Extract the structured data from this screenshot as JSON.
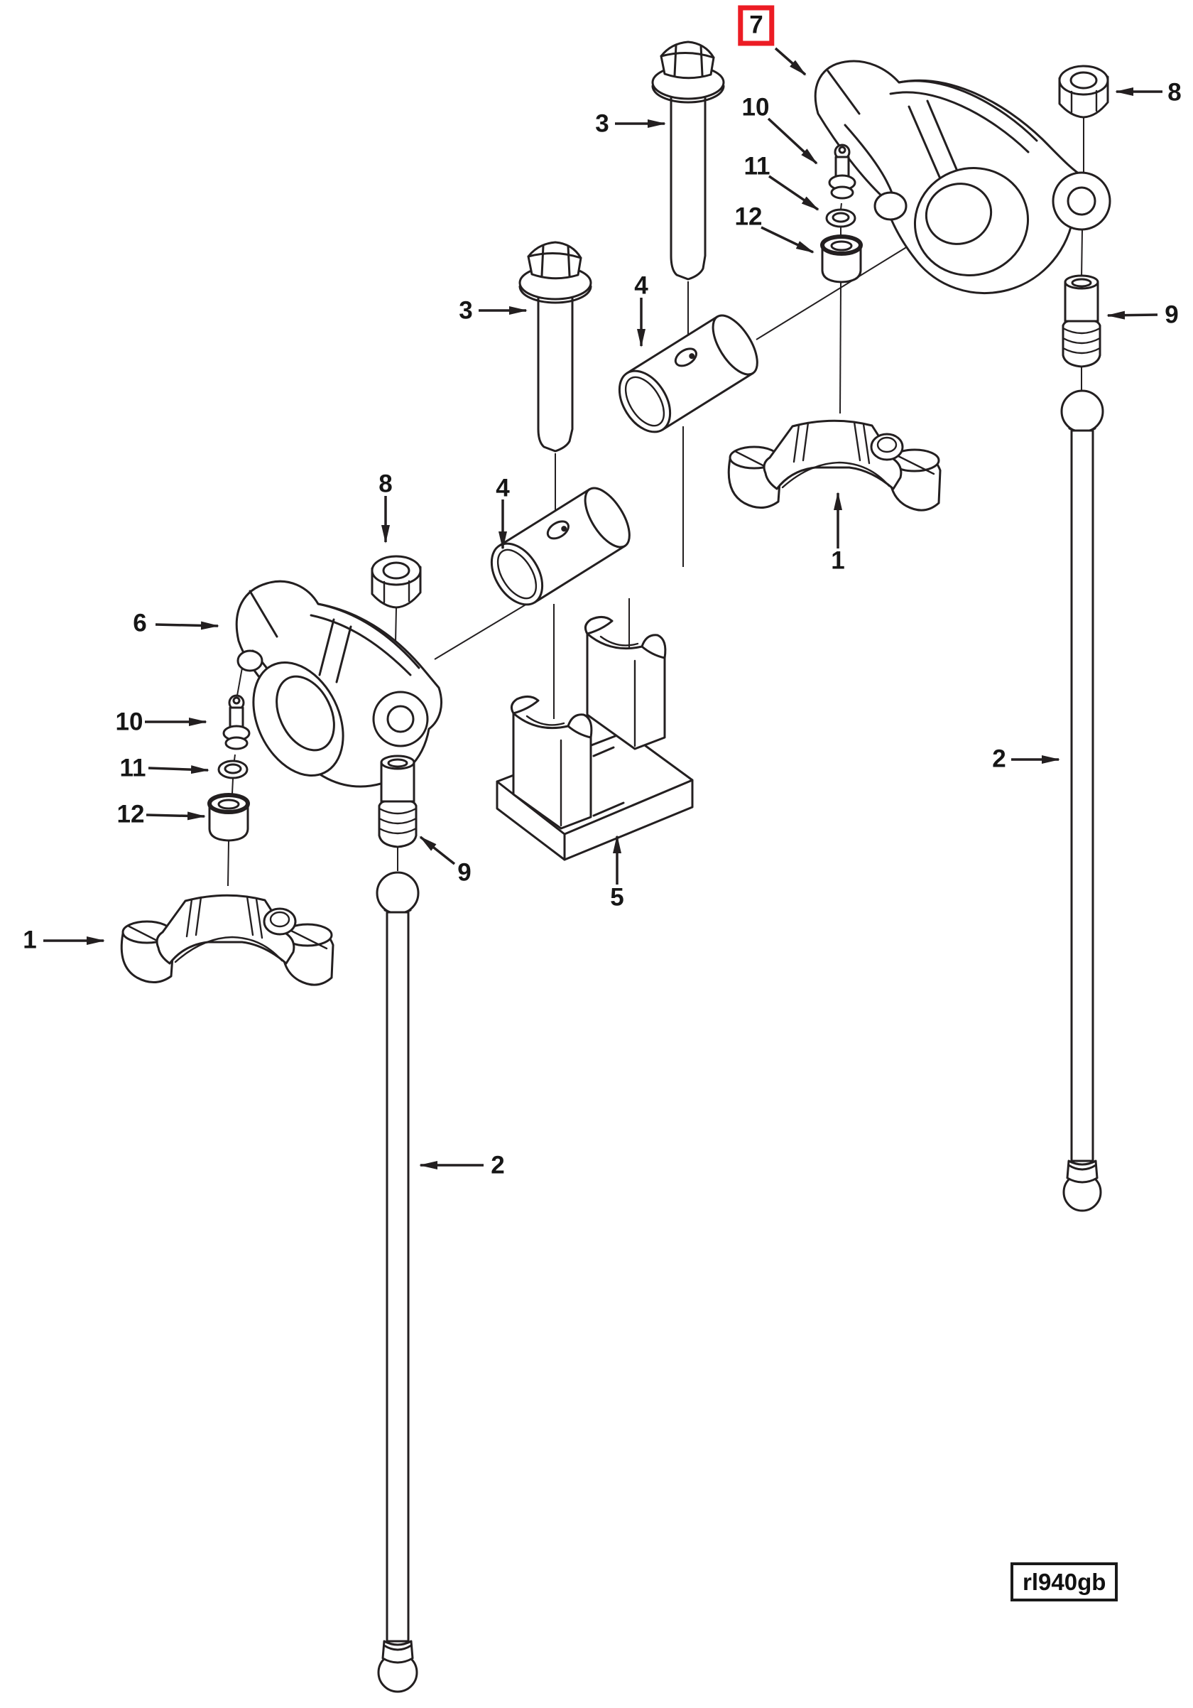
{
  "figure": {
    "code_label": "rl940gb",
    "highlighted_item": "7",
    "highlight_color": "#ec1c24",
    "line_color": "#231f20",
    "background": "#ffffff"
  },
  "callouts": {
    "item7": {
      "label": "7"
    },
    "item3_top": {
      "label": "3"
    },
    "item8_top": {
      "label": "8"
    },
    "item10_top": {
      "label": "10"
    },
    "item11_top": {
      "label": "11"
    },
    "item12_top": {
      "label": "12"
    },
    "item9_right": {
      "label": "9"
    },
    "item4_top": {
      "label": "4"
    },
    "item3_mid": {
      "label": "3"
    },
    "item4_mid": {
      "label": "4"
    },
    "item8_mid": {
      "label": "8"
    },
    "item6": {
      "label": "6"
    },
    "item1_right": {
      "label": "1"
    },
    "item10_left": {
      "label": "10"
    },
    "item11_left": {
      "label": "11"
    },
    "item12_left": {
      "label": "12"
    },
    "item2_right": {
      "label": "2"
    },
    "item9_left": {
      "label": "9"
    },
    "item5": {
      "label": "5"
    },
    "item1_left": {
      "label": "1"
    },
    "item2_left": {
      "label": "2"
    }
  }
}
